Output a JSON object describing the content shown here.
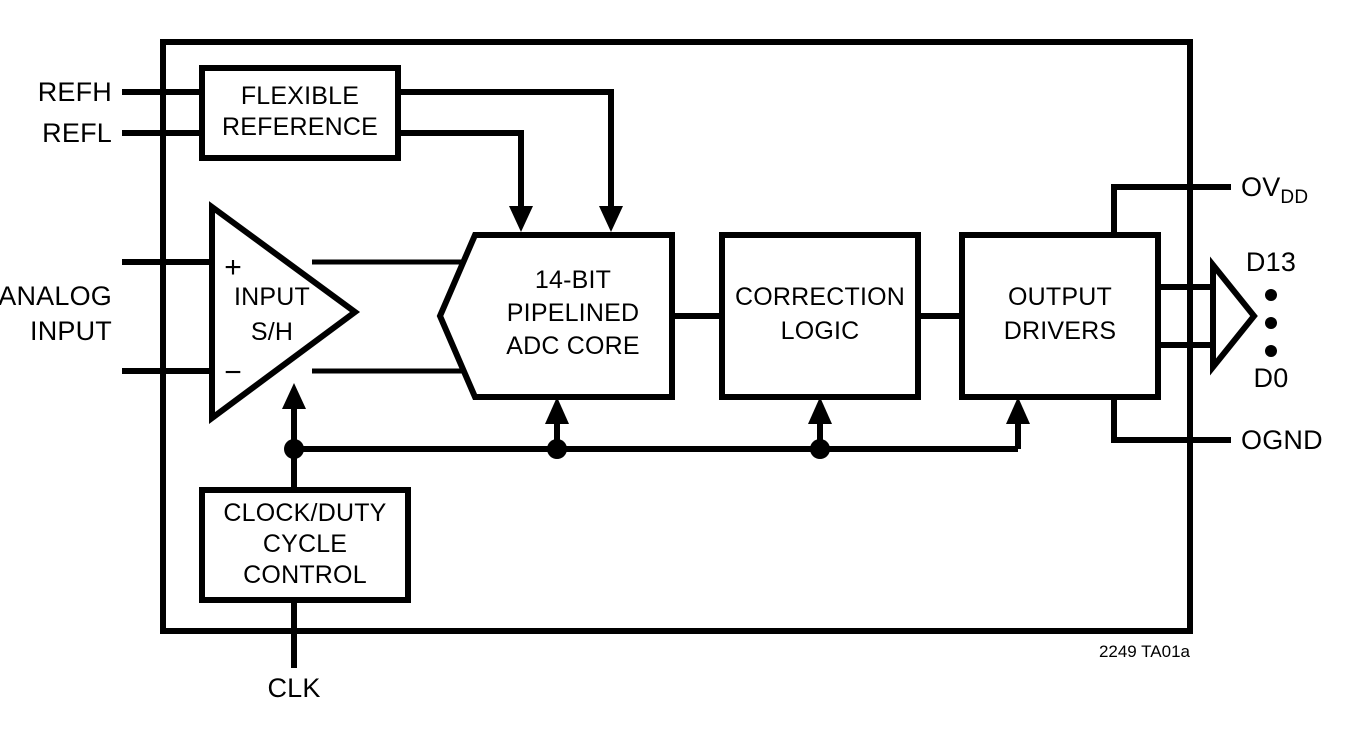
{
  "diagram": {
    "caption": "2249 TA01a",
    "colors": {
      "stroke": "#000000",
      "background": "#ffffff"
    },
    "blocks": [
      {
        "id": "flexible-reference",
        "lines": [
          "FLEXIBLE",
          "REFERENCE"
        ],
        "shape": "rect"
      },
      {
        "id": "input-sh",
        "lines": [
          "INPUT",
          "S/H"
        ],
        "shape": "triangle",
        "plus": "+",
        "minus": "−"
      },
      {
        "id": "adc-core",
        "lines": [
          "14-BIT",
          "PIPELINED",
          "ADC CORE"
        ],
        "shape": "hexagon"
      },
      {
        "id": "correction-logic",
        "lines": [
          "CORRECTION",
          "LOGIC"
        ],
        "shape": "rect"
      },
      {
        "id": "output-drivers",
        "lines": [
          "OUTPUT",
          "DRIVERS"
        ],
        "shape": "rect"
      },
      {
        "id": "clock-duty-cycle-control",
        "lines": [
          "CLOCK/DUTY",
          "CYCLE",
          "CONTROL"
        ],
        "shape": "rect"
      }
    ],
    "pins": {
      "refh": "REFH",
      "refl": "REFL",
      "analog_input_line1": "ANALOG",
      "analog_input_line2": "INPUT",
      "clk": "CLK",
      "ovdd_main": "OV",
      "ovdd_sub": "DD",
      "ognd": "OGND",
      "data_msb": "D13",
      "data_lsb": "D0"
    }
  }
}
